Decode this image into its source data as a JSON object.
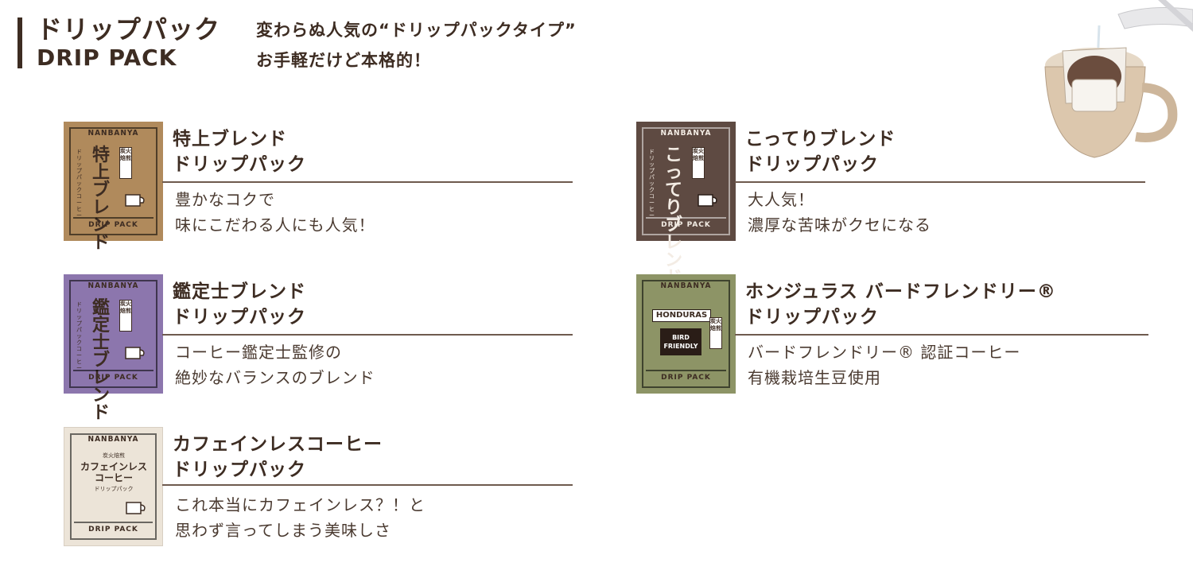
{
  "header": {
    "title_ja": "ドリップパック",
    "title_en": "DRIP PACK",
    "tagline_1": "変わらぬ人気の“ドリップパックタイプ”",
    "tagline_2": "お手軽だけど本格的！"
  },
  "products": [
    {
      "title_1": "特上ブレンド",
      "title_2": "ドリップパック",
      "desc_1": "豊かなコクで",
      "desc_2": "味にこだわる人にも人気！",
      "pkg_brand": "NANBANYA",
      "pkg_name": "特上ブレンド",
      "pkg_sub": "ドリップパックコーヒー",
      "pkg_seal": "炭火焙煎",
      "pkg_foot": "DRIP PACK",
      "color": "#b08a5c"
    },
    {
      "title_1": "こってりブレンド",
      "title_2": "ドリップパック",
      "desc_1": "大人気！",
      "desc_2": "濃厚な苦味がクセになる",
      "pkg_brand": "NANBANYA",
      "pkg_name": "こってりブレンド",
      "pkg_sub": "ドリップパックコーヒー",
      "pkg_seal": "炭火焙煎",
      "pkg_foot": "DRIP PACK",
      "color": "#5e4a42"
    },
    {
      "title_1": "鑑定士ブレンド",
      "title_2": "ドリップパック",
      "desc_1": "コーヒー鑑定士監修の",
      "desc_2": "絶妙なバランスのブレンド",
      "pkg_brand": "NANBANYA",
      "pkg_name": "鑑定士ブレンド",
      "pkg_sub": "ドリップパックコーヒー",
      "pkg_seal": "炭火焙煎",
      "pkg_foot": "DRIP PACK",
      "color": "#8c76ad"
    },
    {
      "title_1": "ホンジュラス バードフレンドリー®",
      "title_2": "ドリップパック",
      "desc_1": "バードフレンドリー® 認証コーヒー",
      "desc_2": "有機栽培生豆使用",
      "pkg_brand": "NANBANYA",
      "pkg_name": "HONDURAS",
      "pkg_sub": "BIRD FRIENDLY",
      "pkg_seal": "炭火焙煎",
      "pkg_foot": "DRIP PACK",
      "color": "#8d9466"
    },
    {
      "title_1": "カフェインレスコーヒー",
      "title_2": "ドリップパック",
      "desc_1": "これ本当にカフェインレス？！と",
      "desc_2": "思わず言ってしまう美味しさ",
      "pkg_brand": "NANBANYA",
      "pkg_name": "カフェインレスコーヒー",
      "pkg_sub": "ドリップパック",
      "pkg_seal": "炭火焙煎",
      "pkg_foot": "DRIP PACK",
      "color": "#ece4d8"
    }
  ]
}
